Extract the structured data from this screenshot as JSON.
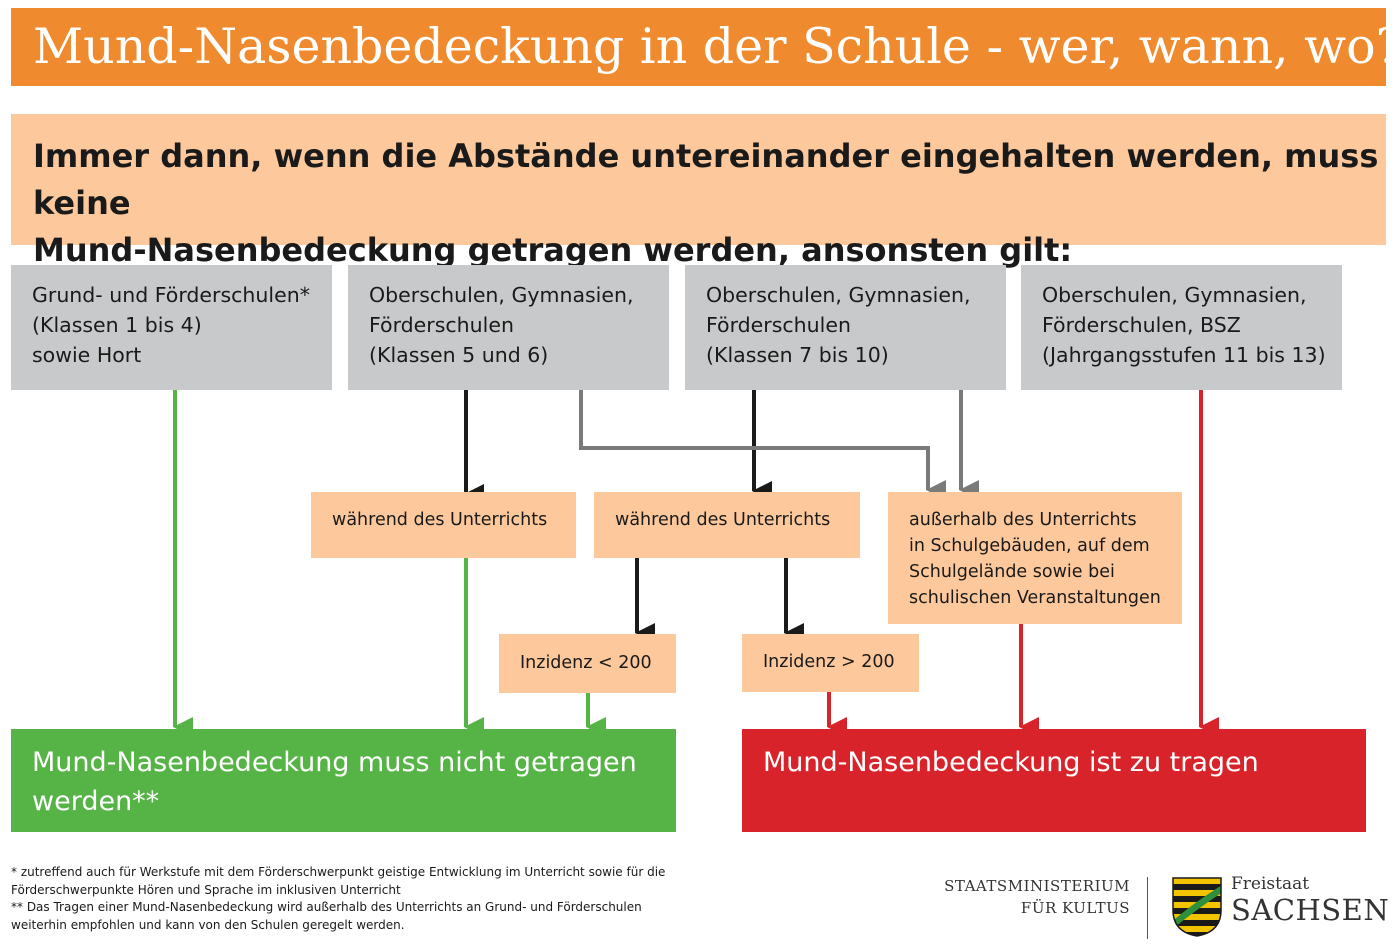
{
  "title": "Mund-Nasenbedeckung in der Schule - wer, wann, wo?",
  "intro": {
    "line1": "Immer dann, wenn die Abstände untereinander eingehalten werden, muss keine",
    "line2": "Mund-Nasenbedeckung getragen werden, ansonsten gilt:"
  },
  "categories": [
    {
      "lines": [
        "Grund- und Förderschulen*",
        "(Klassen 1 bis 4)",
        "sowie Hort"
      ]
    },
    {
      "lines": [
        "Oberschulen, Gymnasien,",
        "Förderschulen",
        "(Klassen 5 und 6)"
      ]
    },
    {
      "lines": [
        "Oberschulen, Gymnasien,",
        "Förderschulen",
        "(Klassen 7 bis 10)"
      ]
    },
    {
      "lines": [
        "Oberschulen, Gymnasien,",
        "Förderschulen, BSZ",
        "(Jahrgangsstufen 11 bis 13)"
      ]
    }
  ],
  "conditions": {
    "during_a": "während des Unterrichts",
    "during_b": "während des Unterrichts",
    "outside": [
      "außerhalb des Unterrichts",
      "in Schulgebäuden, auf dem",
      "Schulgelände sowie bei",
      "schulischen Veranstaltungen"
    ],
    "incidence_low": "Inzidenz < 200",
    "incidence_high": "Inzidenz > 200"
  },
  "results": {
    "no_mask": [
      "Mund-Nasenbedeckung muss nicht getragen",
      "werden**"
    ],
    "mask": "Mund-Nasenbedeckung ist zu tragen"
  },
  "footnotes": [
    "* zutreffend auch für Werkstufe mit dem Förderschwerpunkt geistige Entwicklung im Unterricht sowie für die",
    "Förderschwerpunkte Hören und Sprache im inklusiven Unterricht",
    "** Das Tragen einer Mund-Nasenbedeckung wird außerhalb des Unterrichts an Grund- und Förderschulen",
    "weiterhin empfohlen und kann von den Schulen geregelt werden."
  ],
  "ministry": [
    "STAATSMINISTERIUM",
    "FÜR KULTUS"
  ],
  "brand": {
    "small": "Freistaat",
    "big": "SACHSEN"
  },
  "colors": {
    "title_orange": "#f08a2e",
    "light_orange": "#fdc89b",
    "gray_box": "#c8c9ca",
    "green": "#56b446",
    "red": "#d8232a",
    "dark_arrow": "#1a1a1a",
    "gray_arrow": "#7a7a7a"
  }
}
